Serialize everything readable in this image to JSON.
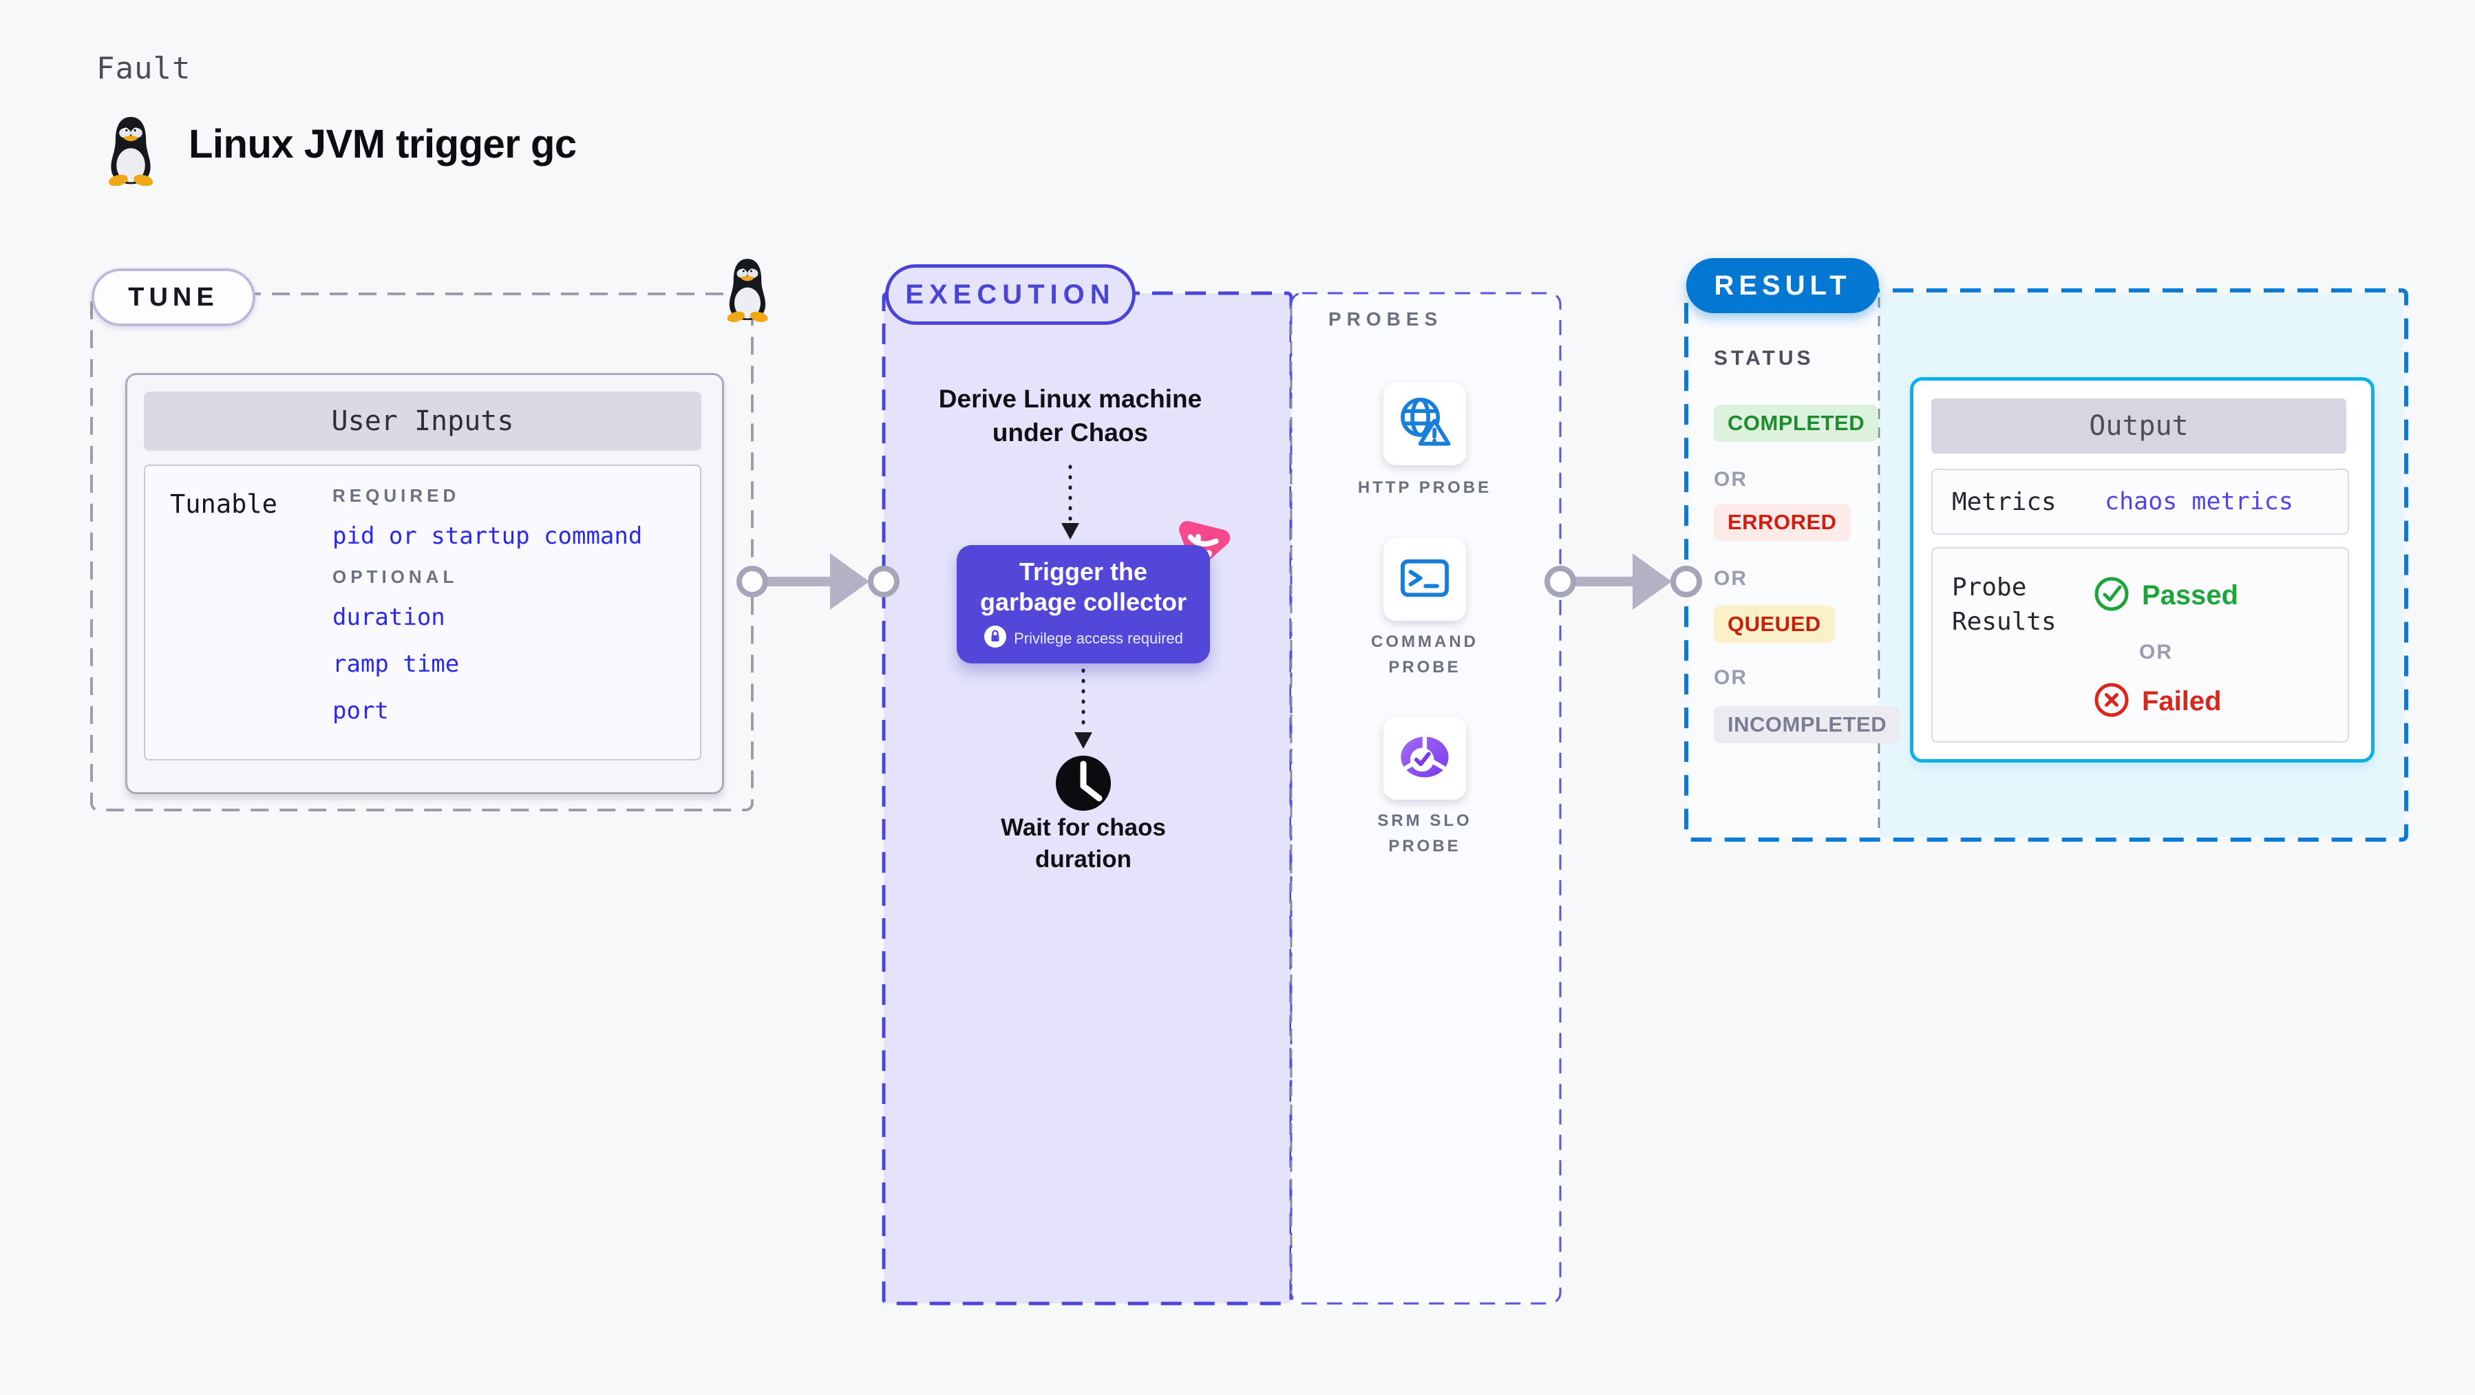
{
  "header": {
    "kicker": "Fault",
    "title": "Linux JVM trigger gc"
  },
  "tune": {
    "label": "TUNE",
    "card_title": "User Inputs",
    "row_label": "Tunable",
    "required_label": "REQUIRED",
    "required_item": "pid or startup command",
    "optional_label": "OPTIONAL",
    "optional_items": [
      "duration",
      "ramp time",
      "port"
    ]
  },
  "execution": {
    "label": "EXECUTION",
    "step_derive": "Derive Linux machine under Chaos",
    "action_title": "Trigger the garbage collector",
    "action_note": "Privilege access required",
    "step_wait": "Wait for chaos duration"
  },
  "probes": {
    "label": "PROBES",
    "items": [
      {
        "name": "HTTP PROBE",
        "icon": "globe-alert-icon"
      },
      {
        "name": "COMMAND PROBE",
        "icon": "terminal-icon"
      },
      {
        "name": "SRM SLO PROBE",
        "icon": "slo-pie-icon"
      }
    ]
  },
  "result": {
    "label": "RESULT",
    "status_label": "STATUS",
    "or_label": "OR",
    "statuses": [
      {
        "text": "COMPLETED",
        "fg": "#1e8c2e",
        "bg": "#ddf2dc"
      },
      {
        "text": "ERRORED",
        "fg": "#cf1d12",
        "bg": "#fcebe9"
      },
      {
        "text": "QUEUED",
        "fg": "#c8200f",
        "bg": "#fbf1c8"
      },
      {
        "text": "INCOMPLETED",
        "fg": "#7a7e92",
        "bg": "#ebebf1"
      }
    ],
    "output": {
      "title": "Output",
      "metrics_label": "Metrics",
      "metrics_value": "chaos metrics",
      "probe_results_label": "Probe Results",
      "passed_label": "Passed",
      "failed_label": "Failed"
    }
  },
  "icons": {
    "title_icon": "tux-penguin-icon",
    "tune_corner_icon": "tux-penguin-icon",
    "action_badge": "chaos-logo-icon",
    "action_lock": "lock-icon",
    "wait_icon": "clock-icon",
    "passed_icon": "check-circle-icon",
    "failed_icon": "x-circle-icon"
  },
  "colors": {
    "page_bg": "#f7f8fa",
    "tune_dash": "#9c9daa",
    "execution_accent": "#4a44d6",
    "execution_fill": "#e4e3fb",
    "action_button": "#5347d9",
    "chaos_pink": "#f7478d",
    "probe_blue": "#177fd9",
    "srm_purple": "#8b52f0",
    "result_blue": "#0378d3",
    "result_dash": "#0a7cd8",
    "output_border": "#06b2e8",
    "output_fill": "#e6f6fd",
    "param_blue": "#2a2ae4",
    "passed_green": "#1ea43b",
    "failed_red": "#d8281c",
    "arrow_gray": "#b2b2c4"
  }
}
